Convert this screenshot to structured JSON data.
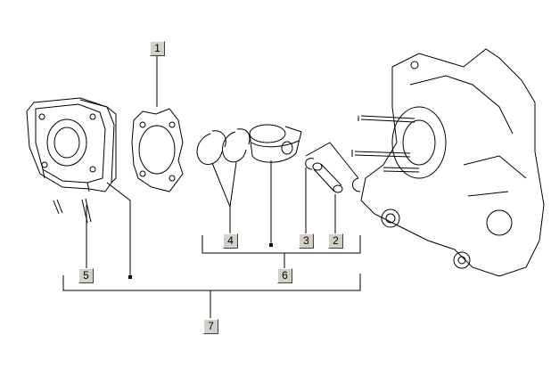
{
  "callouts": {
    "c1": "1",
    "c2": "2",
    "c3": "3",
    "c4": "4",
    "c5": "5",
    "c6": "6",
    "c7": "7"
  },
  "colors": {
    "line": "#000000",
    "button": "#d4d0c8"
  }
}
